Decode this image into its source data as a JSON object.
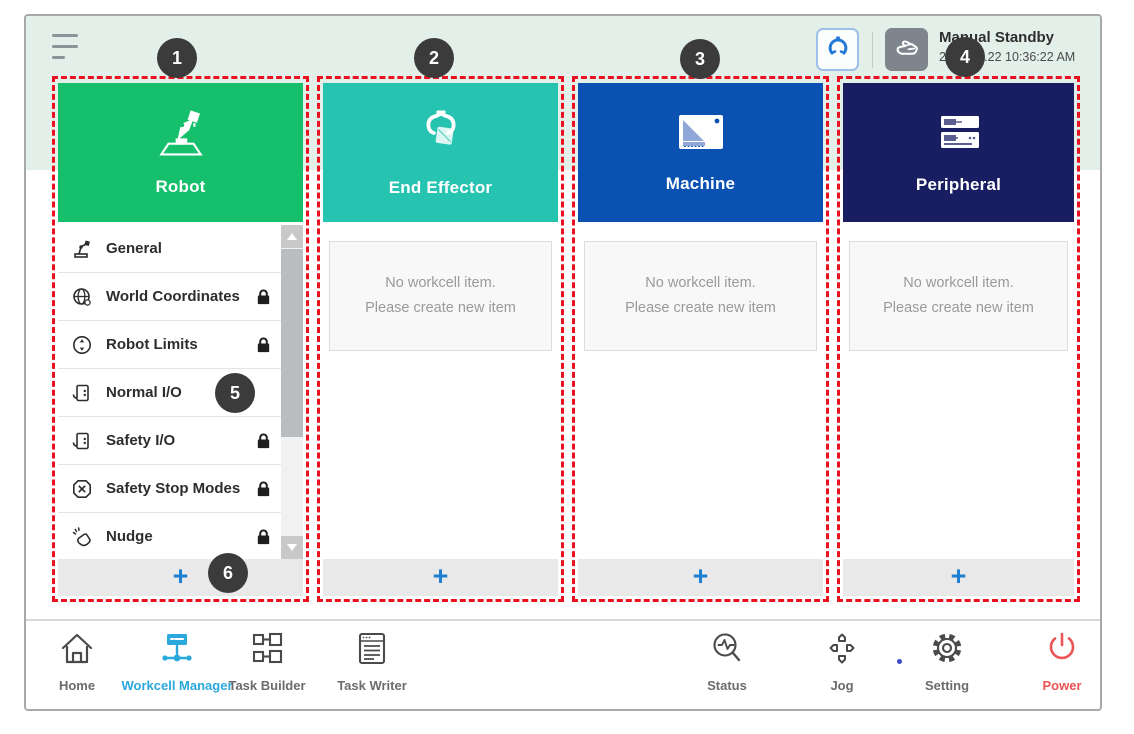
{
  "topbar": {
    "status_title": "Manual Standby",
    "status_time": "2022.12.22 10:36:22 AM"
  },
  "badges": [
    "1",
    "2",
    "3",
    "4",
    "5",
    "6"
  ],
  "columns": {
    "robot": {
      "title": "Robot"
    },
    "end_effector": {
      "title": "End Effector"
    },
    "machine": {
      "title": "Machine"
    },
    "peripheral": {
      "title": "Peripheral"
    }
  },
  "robot_items": [
    {
      "label": "General",
      "icon": "robot-arm-icon",
      "locked": false
    },
    {
      "label": "World Coordinates",
      "icon": "globe-icon",
      "locked": true
    },
    {
      "label": "Robot Limits",
      "icon": "limits-icon",
      "locked": true
    },
    {
      "label": "Normal I/O",
      "icon": "io-icon",
      "locked": false
    },
    {
      "label": "Safety I/O",
      "icon": "io-icon",
      "locked": true
    },
    {
      "label": "Safety Stop Modes",
      "icon": "stop-icon",
      "locked": true
    },
    {
      "label": "Nudge",
      "icon": "nudge-icon",
      "locked": true
    }
  ],
  "empty_state": {
    "line1": "No workcell item.",
    "line2": "Please create new item"
  },
  "add_button": {
    "label": "+"
  },
  "nav": {
    "home": "Home",
    "workcell_manager": "Workcell Manager",
    "task_builder": "Task Builder",
    "task_writer": "Task Writer",
    "status": "Status",
    "jog": "Jog",
    "setting": "Setting",
    "power": "Power",
    "active": "Workcell Manager"
  },
  "colors": {
    "robot_green": "#15bf6c",
    "end_effector_teal": "#27c3b1",
    "machine_blue": "#0b51b2",
    "peripheral_navy": "#181e61",
    "annotation_red": "#e9111d",
    "nav_active_blue": "#2ba8dc",
    "power_red": "#ea5455",
    "add_plus_blue": "#1d7fd2",
    "topbar_mint": "#e3efe9"
  }
}
